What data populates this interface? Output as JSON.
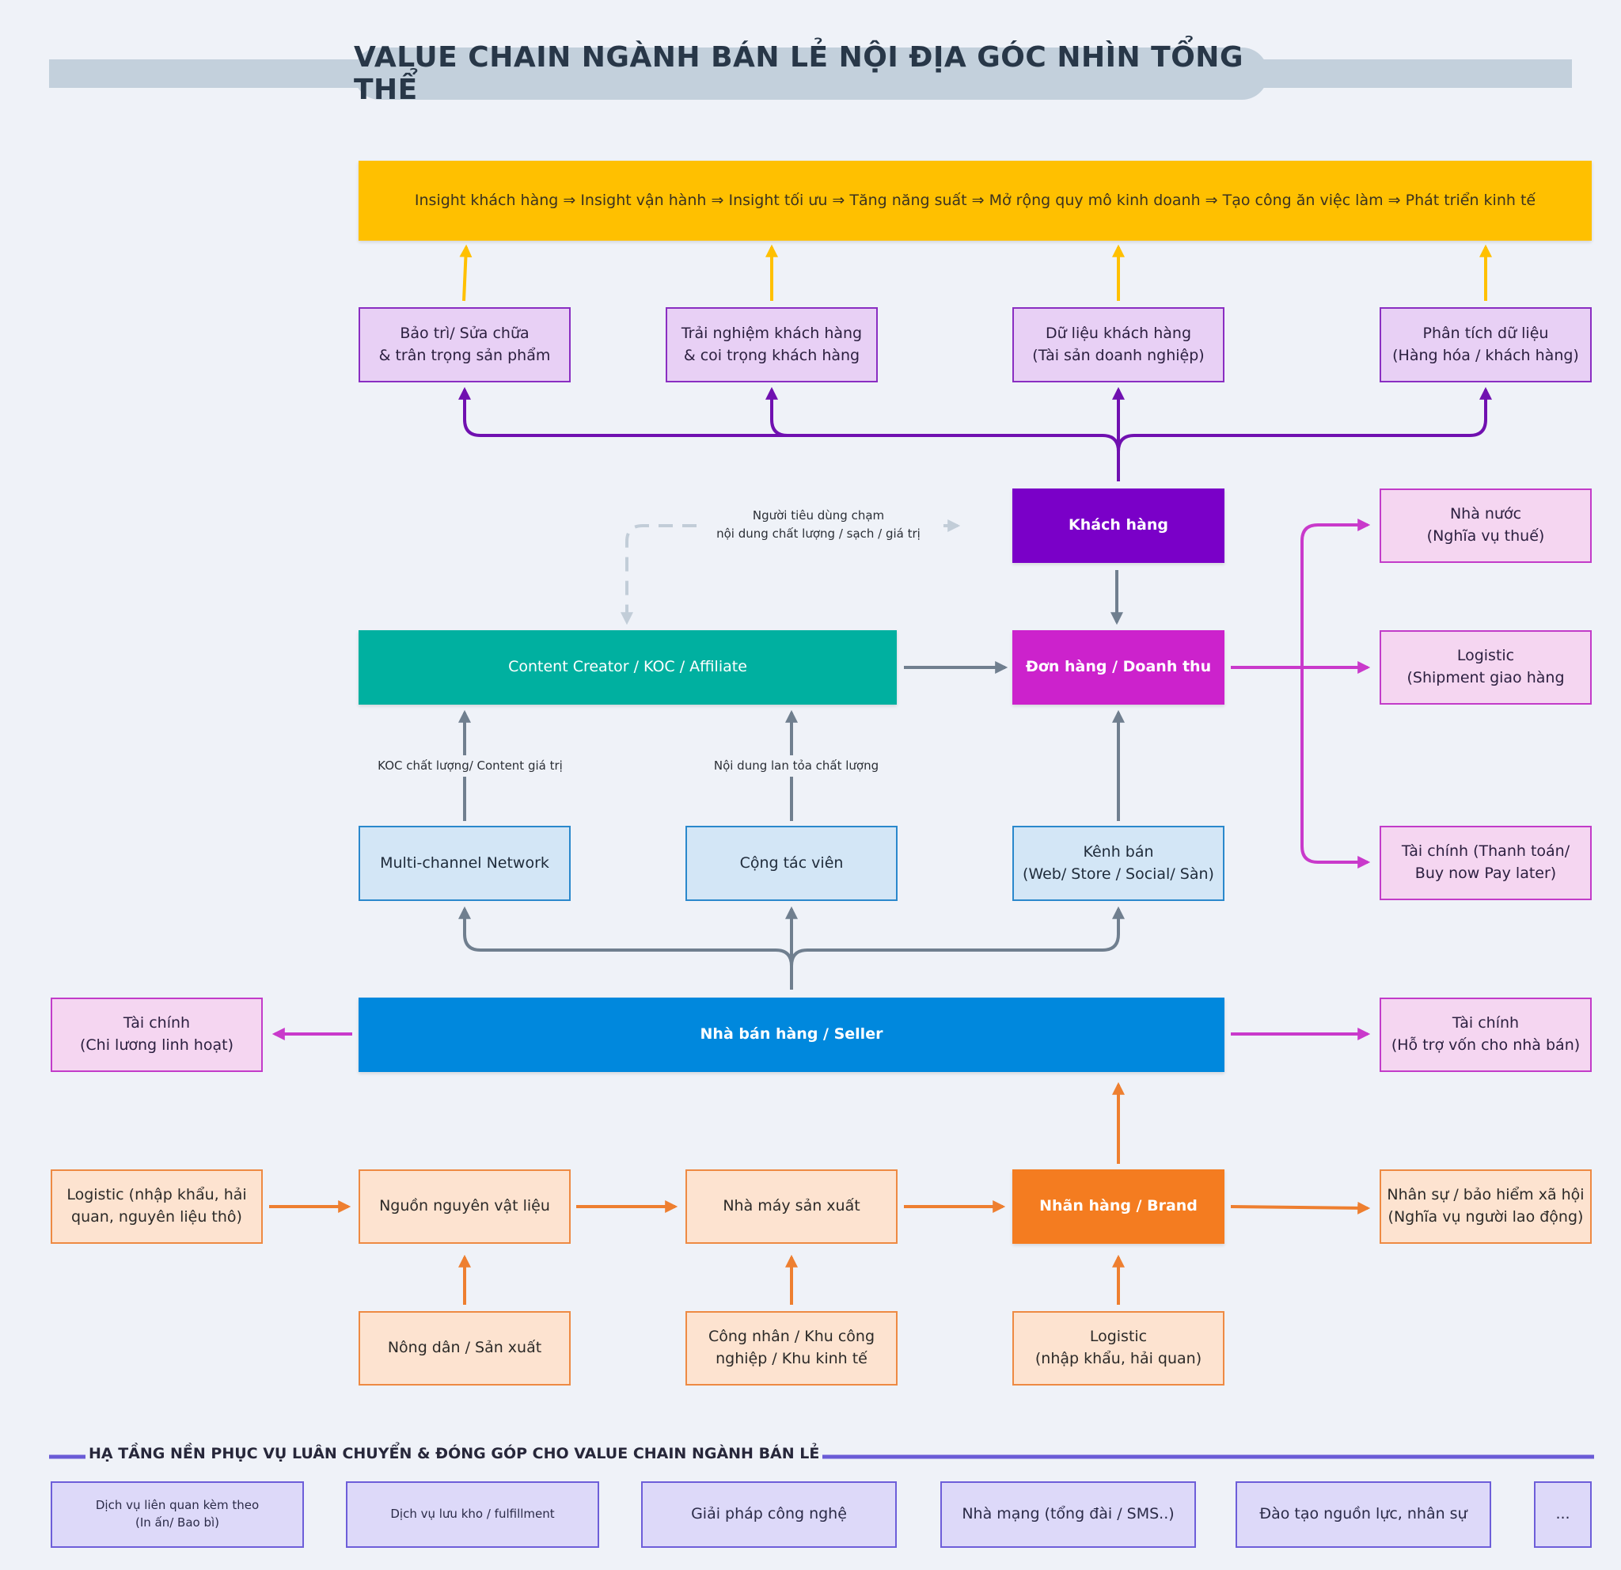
{
  "title": "VALUE CHAIN NGÀNH BÁN LẺ NỘI ĐỊA GÓC NHÌN TỔNG THỂ",
  "insight_banner": "Insight khách hàng ⇒ Insight vận hành ⇒ Insight tối ưu ⇒ Tăng năng suất ⇒ Mở rộng quy mô kinh doanh ⇒ Tạo công ăn việc làm ⇒ Phát triển kinh tế",
  "value_boxes": {
    "maintenance": "Bảo trì/ Sửa chữa\n& trân trọng sản phẩm",
    "experience": "Trải nghiệm khách hàng\n& coi trọng khách hàng",
    "data": "Dữ liệu khách hàng\n(Tài sản doanh nghiệp)",
    "analytics": "Phân tích dữ liệu\n(Hàng hóa / khách hàng)"
  },
  "nodes": {
    "customer": "Khách hàng",
    "orders": "Đơn hàng / Doanh thu",
    "content_creator": "Content Creator / KOC / Affiliate",
    "mcn": "Multi-channel Network",
    "collaborator": "Cộng tác viên",
    "sales_channel": "Kênh bán\n(Web/ Store / Social/ Sàn)",
    "seller": "Nhà bán hàng / Seller",
    "brand": "Nhãn hàng / Brand",
    "raw_material": "Nguồn nguyên vật liệu",
    "factory": "Nhà máy sản xuất",
    "logistics_import": "Logistic (nhập khẩu, hải\nquan, nguyên liệu thô)",
    "farmer": "Nông dân / Sản xuất",
    "workers": "Công nhân / Khu công\nnghiệp / Khu kinh tế",
    "logistics_customs": "Logistic\n(nhập khẩu, hải quan)",
    "state": "Nhà nước\n(Nghĩa vụ thuế)",
    "logistics_shipment": "Logistic\n(Shipment giao hàng",
    "finance_payment": "Tài chính (Thanh toán/\nBuy now Pay later)",
    "finance_left": "Tài chính\n(Chi lương linh hoạt)",
    "finance_right": "Tài chính\n(Hỗ trợ vốn cho nhà bán)",
    "hr": "Nhân sự / bảo hiểm xã hội\n(Nghĩa vụ người lao động)"
  },
  "edge_labels": {
    "consumer_touch": "Người tiêu dùng chạm\nnội dung chất lượng / sạch / giá trị",
    "koc_quality": "KOC chất lượng/ Content giá trị",
    "spread_content": "Nội dung lan tỏa chất lượng"
  },
  "infrastructure": {
    "title": "HẠ TẦNG NỀN PHỤC VỤ LUÂN CHUYỂN & ĐÓNG GÓP CHO VALUE CHAIN NGÀNH BÁN LẺ",
    "items": [
      "Dịch vụ liên quan kèm theo\n(In ấn/ Bao bì)",
      "Dịch vụ lưu kho / fulfillment",
      "Giải pháp công nghệ",
      "Nhà mạng (tổng đài / SMS..)",
      "Đào tạo nguồn lực, nhân sự",
      "..."
    ]
  },
  "colors": {
    "banner": "#ffc000",
    "customer": "#7a00c8",
    "orders": "#cc22cc",
    "content_creator": "#00b0a0",
    "seller": "#0088dd",
    "brand": "#f47c20",
    "arrow_gray": "#707f8f",
    "arrow_purple": "#7010b0",
    "arrow_magenta": "#c93acb",
    "arrow_orange": "#ee7f30",
    "arrow_yellow": "#ffc000",
    "infra_line": "#6a5bd6"
  }
}
